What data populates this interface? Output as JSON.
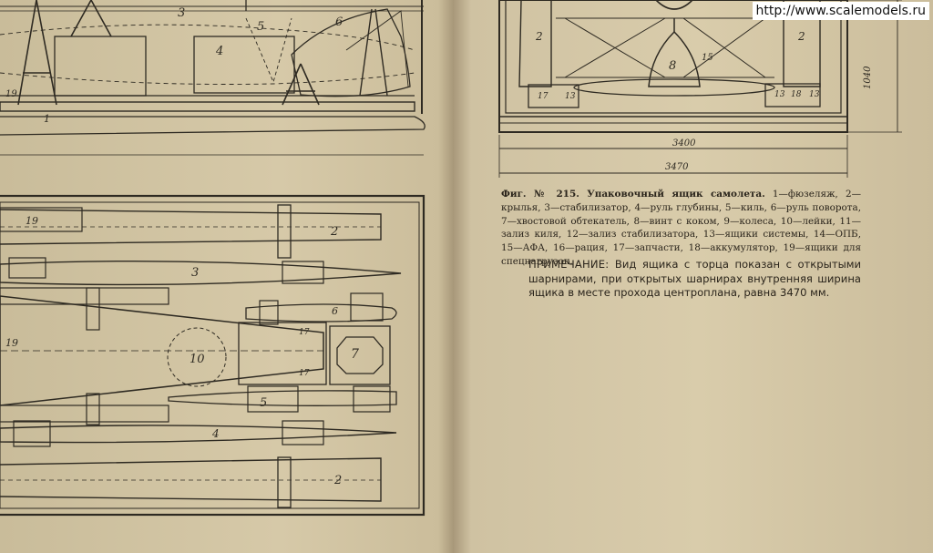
{
  "watermark": "http://www.scalemodels.ru",
  "caption": {
    "figure": "Фиг. № 215. Упаковочный ящик самолета.",
    "legend": "1—фюзеляж, 2—крылья, 3—стабилизатор, 4—руль глубины, 5—киль, 6—руль поворота, 7—хвостовой обтекатель, 8—винт с коком, 9—колеса, 10—лейки, 11—зализ киля, 12—зализ стабилизатора, 13—ящики системы, 14—ОПБ, 15—АФА, 16—рация, 17—запчасти, 18—аккумулятор, 19—ящики для спецнагрузок."
  },
  "note": {
    "label": "ПРИМЕЧАНИЕ:",
    "text": "Вид ящика с торца показан с открытыми шарнирами, при открытых шарнирах внутренняя ширина ящика в месте прохода центроплана, равна 3470 мм."
  },
  "dimensions": {
    "inner_width": "3400",
    "outer_width": "3470",
    "height": "1040"
  },
  "side_view_labels": {
    "l1": "1",
    "l3": "3",
    "l4": "4",
    "l5": "5",
    "l6": "6",
    "l19": "19"
  },
  "plan_view_labels": {
    "wing_top": "2",
    "wing_bottom": "2",
    "stab": "3",
    "elevator": "4",
    "fin": "5",
    "rudder": "6",
    "fairing": "7",
    "cowl": "10",
    "spares_a": "17",
    "spares_b": "17",
    "box_top": "19",
    "box_left": "19"
  },
  "end_view_labels": {
    "wing_left": "2",
    "wing_right": "2",
    "prop": "8",
    "afa": "15",
    "spares": "17",
    "sys_l": "13",
    "sys_r1": "13",
    "sys_r2": "13",
    "acc": "18"
  }
}
